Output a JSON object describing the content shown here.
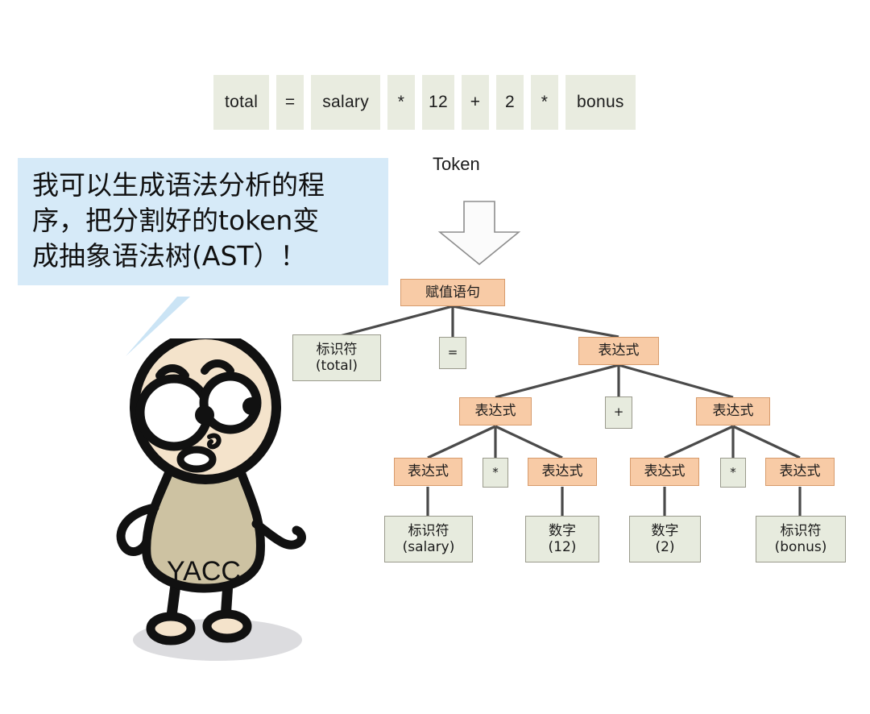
{
  "tokens": [
    {
      "text": "total",
      "kind": "word"
    },
    {
      "text": "=",
      "kind": "op"
    },
    {
      "text": "salary",
      "kind": "word"
    },
    {
      "text": "*",
      "kind": "op"
    },
    {
      "text": "12",
      "kind": "op"
    },
    {
      "text": "+",
      "kind": "op"
    },
    {
      "text": "2",
      "kind": "op"
    },
    {
      "text": "*",
      "kind": "op"
    },
    {
      "text": "bonus",
      "kind": "word"
    }
  ],
  "token_caption": "Token",
  "speech": {
    "line1": "我可以生成语法分析的程",
    "line2": "序，把分割好的token变",
    "line3": "成抽象语法树(AST）！"
  },
  "character": {
    "label": "YACC"
  },
  "tree": {
    "nodes": [
      {
        "id": "root",
        "title": "赋值语句",
        "sub": "",
        "style": "orange"
      },
      {
        "id": "ident1",
        "title": "标识符",
        "sub": "(total)",
        "style": "green"
      },
      {
        "id": "assign",
        "title": "=",
        "sub": "",
        "style": "green"
      },
      {
        "id": "expr1",
        "title": "表达式",
        "sub": "",
        "style": "orange"
      },
      {
        "id": "expr2",
        "title": "表达式",
        "sub": "",
        "style": "orange"
      },
      {
        "id": "plus",
        "title": "+",
        "sub": "",
        "style": "green"
      },
      {
        "id": "expr3",
        "title": "表达式",
        "sub": "",
        "style": "orange"
      },
      {
        "id": "expr4",
        "title": "表达式",
        "sub": "",
        "style": "orange"
      },
      {
        "id": "mul1",
        "title": "*",
        "sub": "",
        "style": "green"
      },
      {
        "id": "expr5",
        "title": "表达式",
        "sub": "",
        "style": "orange"
      },
      {
        "id": "expr6",
        "title": "表达式",
        "sub": "",
        "style": "orange"
      },
      {
        "id": "mul2",
        "title": "*",
        "sub": "",
        "style": "green"
      },
      {
        "id": "expr7",
        "title": "表达式",
        "sub": "",
        "style": "orange"
      },
      {
        "id": "leaf1",
        "title": "标识符",
        "sub": "(salary)",
        "style": "green"
      },
      {
        "id": "leaf2",
        "title": "数字",
        "sub": "(12)",
        "style": "green"
      },
      {
        "id": "leaf3",
        "title": "数字",
        "sub": "(2)",
        "style": "green"
      },
      {
        "id": "leaf4",
        "title": "标识符",
        "sub": "(bonus)",
        "style": "green"
      }
    ]
  },
  "colors": {
    "token_bg": "#e9ece0",
    "bubble_bg": "#d6eaf8",
    "node_orange": "#f8cba6",
    "node_orange_border": "#d79b6c",
    "node_green": "#e7ebde",
    "node_green_border": "#9a9a8c",
    "edge": "#4a4a4a",
    "head_fill": "#f4e3cb",
    "body_fill": "#cdc2a2",
    "shadow": "#dcdcdf"
  }
}
